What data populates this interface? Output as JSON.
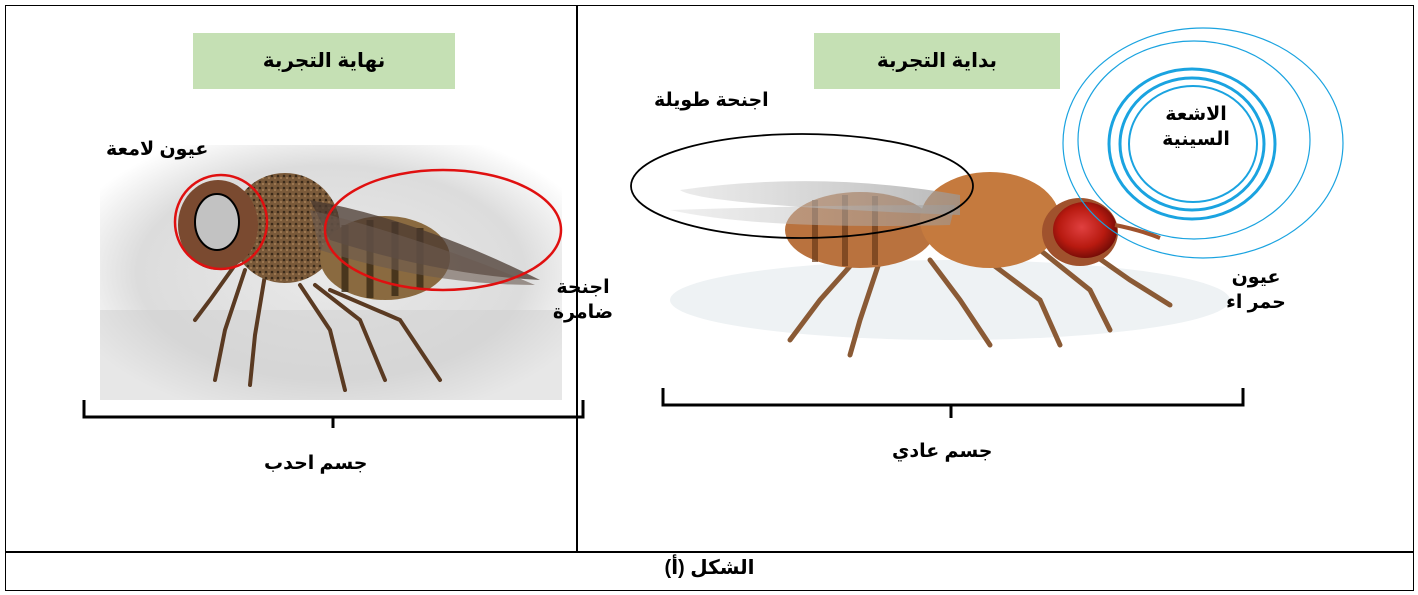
{
  "left_panel": {
    "title": "نهاية التجربة",
    "eye_label": "عيون لامعة",
    "wing_label_line1": "اجنحة",
    "wing_label_line2": "ضامرة",
    "body_label": "جسم احدب"
  },
  "right_panel": {
    "title": "بداية التجربة",
    "wing_label": "اجنحة طويلة",
    "xray_label_line1": "الاشعة",
    "xray_label_line2": "السينية",
    "eye_label_line1": "عيون",
    "eye_label_line2": "حمر اء",
    "body_label": "جسم عادي"
  },
  "caption": "الشكل (أ)",
  "colors": {
    "title_bg": "#c5e0b4",
    "highlight_red": "#e01010",
    "xray_blue": "#1aa3e0",
    "outline_black": "#000000"
  }
}
